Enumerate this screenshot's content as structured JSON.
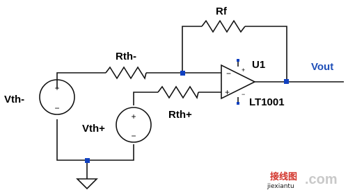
{
  "colors": {
    "wire": "#111111",
    "junction": "#1040c0",
    "output_label": "#1f4fb8",
    "watermark": "#d2332a"
  },
  "components": {
    "rf": "Rf",
    "rth_minus": "Rth-",
    "rth_plus": "Rth+",
    "vth_minus": "Vth-",
    "vth_plus": "Vth+",
    "opamp_ref": "U1",
    "opamp_part": "LT1001",
    "output": "Vout"
  },
  "symbols": {
    "plus": "+",
    "minus": "−",
    "opamp_minus": "−",
    "opamp_plus": "+",
    "supply_plus": "+",
    "supply_minus": "−"
  },
  "watermark": {
    "text": "接线图",
    "dot_com": ".com",
    "url": "jiexiantu"
  }
}
